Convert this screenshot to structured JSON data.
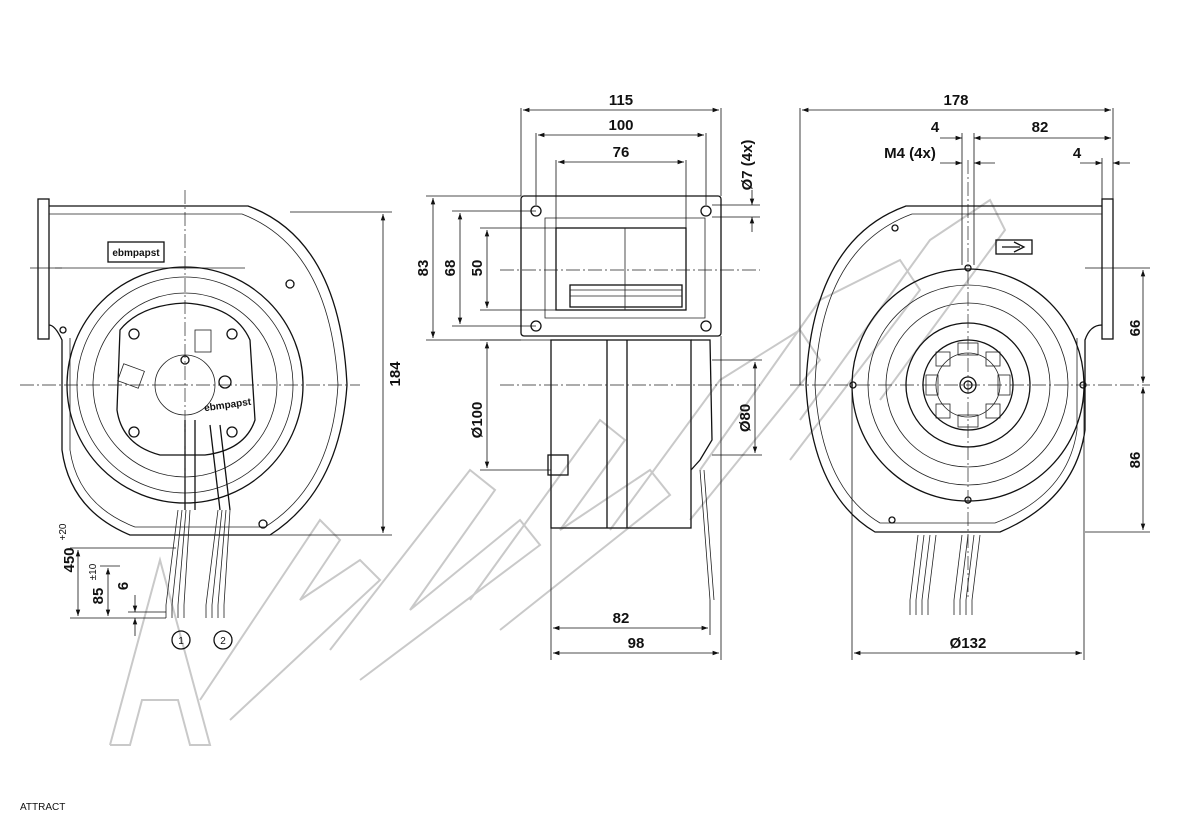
{
  "brand_label": "ebmpapst",
  "hub_brand_label": "ebmpapst",
  "callouts": [
    "1",
    "2"
  ],
  "watermark_text": "ATTRACT",
  "dimensions": {
    "side_width_115": "115",
    "side_width_100": "100",
    "side_width_76": "76",
    "side_hole_dia": "Ø7 (4x)",
    "side_h83": "83",
    "side_h68": "68",
    "side_h50": "50",
    "side_dia100": "Ø100",
    "side_dia80": "Ø80",
    "side_w82": "82",
    "side_w98": "98",
    "rear_w178": "178",
    "rear_w4a": "4",
    "rear_w82": "82",
    "rear_m4": "M4 (4x)",
    "rear_w4b": "4",
    "rear_h66": "66",
    "rear_h86": "86",
    "rear_dia132": "Ø132",
    "front_h184": "184",
    "front_lead450": "450",
    "front_lead450_tol": "+20",
    "front_lead85": "85",
    "front_lead85_tol": "±10",
    "front_lead6": "6"
  }
}
